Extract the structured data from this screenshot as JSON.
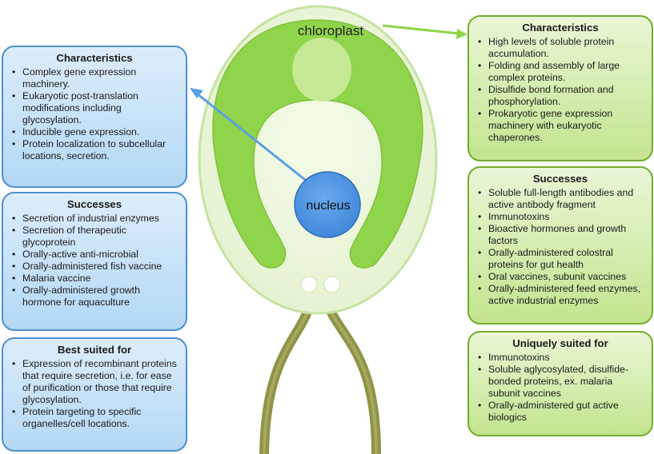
{
  "cell": {
    "chloroplast_label": "chloroplast",
    "nucleus_label": "nucleus"
  },
  "nuclear": {
    "characteristics": {
      "title": "Characteristics",
      "items": [
        "Complex gene expression machinery.",
        "Eukaryotic post-translation modifications including glycosylation.",
        "Inducible gene expression.",
        "Protein localization to subcellular locations, secretion."
      ]
    },
    "successes": {
      "title": "Successes",
      "items": [
        "Secretion of industrial enzymes",
        "Secretion of therapeutic glycoprotein",
        "Orally-active anti-microbial",
        "Orally-administered fish vaccine",
        "Malaria vaccine",
        "Orally-administered growth hormone for aquaculture"
      ]
    },
    "best_suited": {
      "title": "Best suited for",
      "items": [
        "Expression of recombinant proteins that require secretion, i.e. for ease of purification or those that require glycosylation.",
        "Protein targeting to specific organelles/cell locations."
      ]
    }
  },
  "chloroplast": {
    "characteristics": {
      "title": "Characteristics",
      "items": [
        "High levels of soluble protein accumulation.",
        "Folding and assembly of large complex proteins.",
        "Disulfide bond formation and phosphorylation.",
        "Prokaryotic gene expression machinery with eukaryotic chaperones."
      ]
    },
    "successes": {
      "title": "Successes",
      "items": [
        "Soluble full-length antibodies and active antibody fragment",
        "Immunotoxins",
        "Bioactive hormones and growth factors",
        "Orally-administered colostral proteins for gut health",
        "Oral vaccines, subunit vaccines",
        "Orally-administered feed enzymes, active industrial enzymes"
      ]
    },
    "uniquely_suited": {
      "title": "Uniquely suited for",
      "items": [
        "Immunotoxins",
        "Soluble aglycosylated, disulfide-bonded proteins, ex. malaria subunit vaccines",
        "Orally-administered gut active biologics"
      ]
    }
  },
  "colors": {
    "blue_border": "#4f8fcf",
    "green_border": "#72ad2e",
    "chloroplast_green": "#8fd44a",
    "nucleus_blue": "#4a90e2",
    "flagella": "#8f9346"
  }
}
